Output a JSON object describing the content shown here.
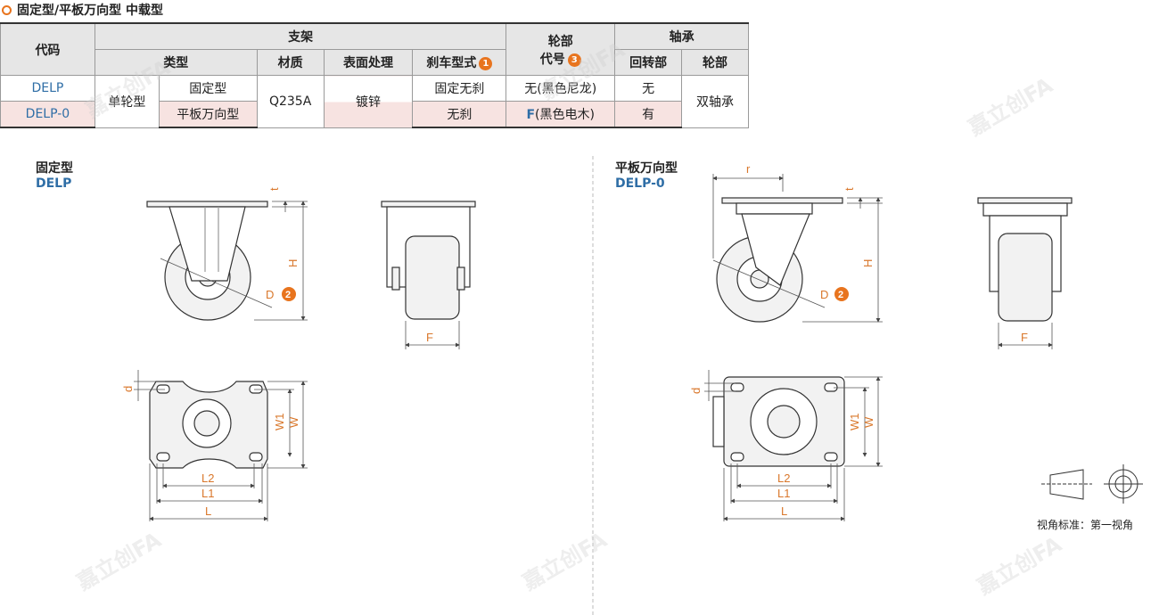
{
  "title": "固定型/平板万向型 中载型",
  "table": {
    "h_code": "代码",
    "h_bracket": "支架",
    "h_wheel_code_1": "轮部",
    "h_wheel_code_2": "代号",
    "h_bearing": "轴承",
    "h_type": "类型",
    "h_material": "材质",
    "h_surface": "表面处理",
    "h_brake": "刹车型式",
    "h_swivel": "回转部",
    "h_wheel": "轮部",
    "badge1": "1",
    "badge3": "3",
    "row1": {
      "code": "DELP",
      "type": "单轮型",
      "subtype": "固定型",
      "material": "Q235A",
      "surface": "镀锌",
      "brake": "固定无刹",
      "wheel_code": "无(黑色尼龙)",
      "swivel": "无",
      "wheel": "双轴承"
    },
    "row2": {
      "code": "DELP-0",
      "subtype": "平板万向型",
      "brake": "无刹",
      "wheel_code_letter": "F",
      "wheel_code_rest": "(黑色电木)",
      "swivel": "有"
    }
  },
  "left": {
    "name": "固定型",
    "code": "DELP"
  },
  "right": {
    "name": "平板万向型",
    "code": "DELP-0"
  },
  "dims": {
    "t": "t",
    "H": "H",
    "D": "D",
    "F": "F",
    "d": "d",
    "W1": "W1",
    "W": "W",
    "L2": "L2",
    "L1": "L1",
    "L": "L",
    "r": "r",
    "badge2": "2"
  },
  "projection": "视角标准：第一视角",
  "watermark": "嘉立创FA"
}
